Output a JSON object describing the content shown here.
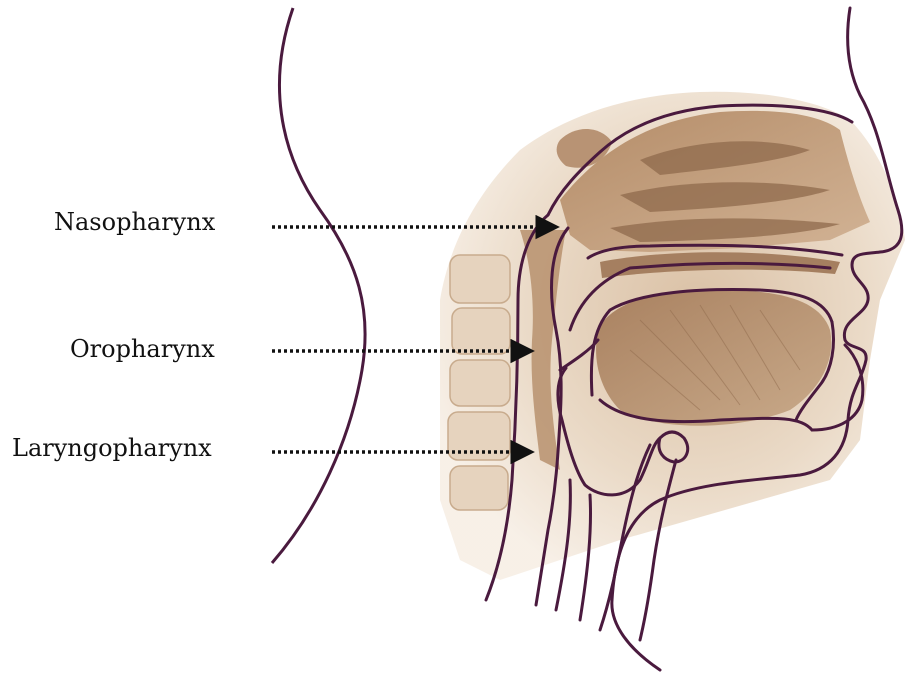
{
  "labels": {
    "nasopharynx": "Nasopharynx",
    "oropharynx": "Oropharynx",
    "laryngopharynx": "Laryngopharynx"
  },
  "colors": {
    "outline": "#4a1a3e",
    "tissue_light": "#f1e4d6",
    "tissue_mid": "#c9a686",
    "tissue_dark": "#8f6a4c",
    "arrow": "#111111"
  }
}
